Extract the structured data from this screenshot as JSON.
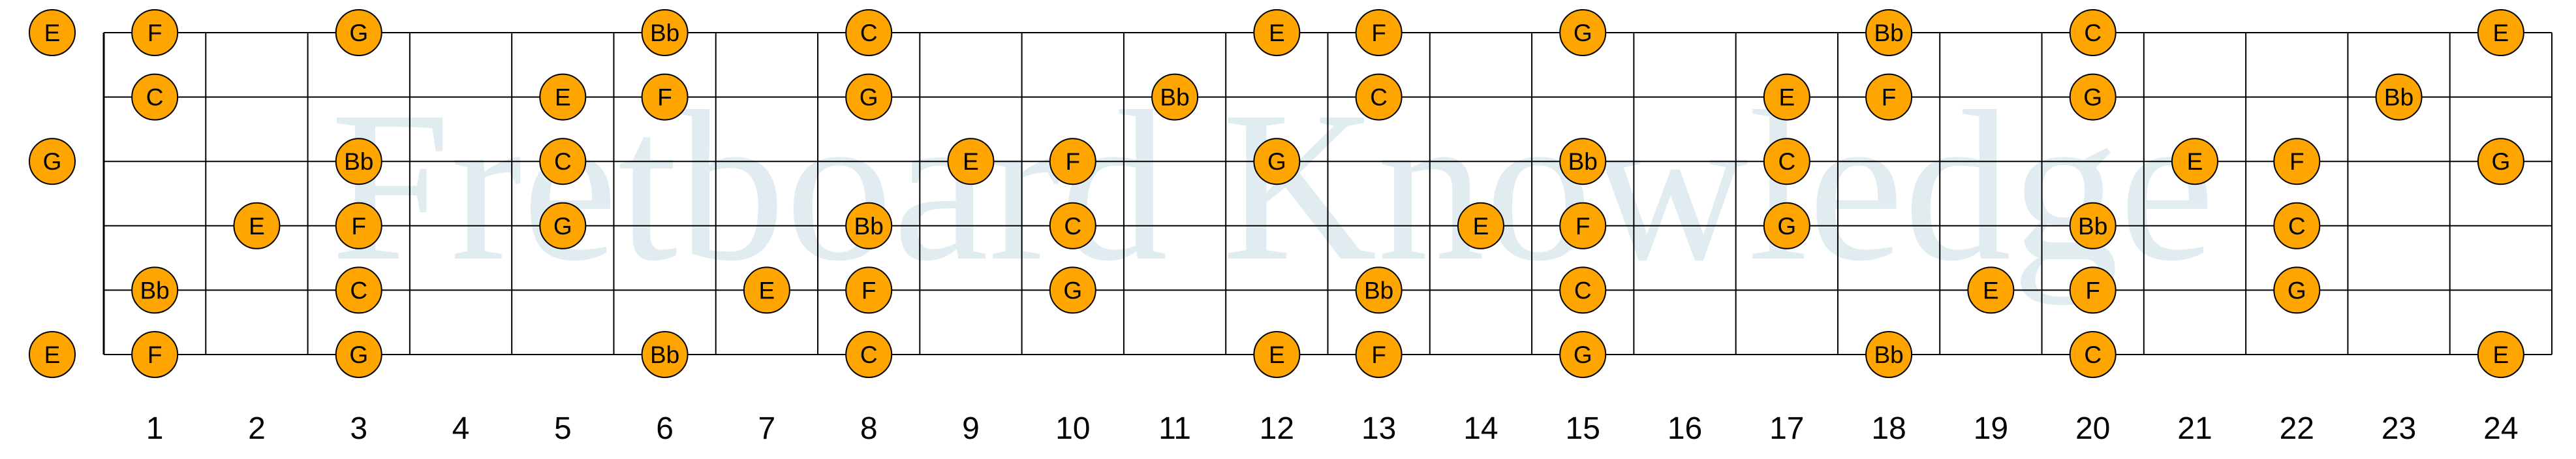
{
  "watermark": "Fretboard Knowledge",
  "colors": {
    "note_fill": "#FFA500",
    "note_stroke": "#000000",
    "line": "#000000",
    "watermark": "#E1ECF1",
    "text": "#000000"
  },
  "fretboard": {
    "strings": 6,
    "frets": 24,
    "fret_numbers": [
      "1",
      "2",
      "3",
      "4",
      "5",
      "6",
      "7",
      "8",
      "9",
      "10",
      "11",
      "12",
      "13",
      "14",
      "15",
      "16",
      "17",
      "18",
      "19",
      "20",
      "21",
      "22",
      "23",
      "24"
    ],
    "notes": [
      {
        "string": 1,
        "fret": 0,
        "label": "E"
      },
      {
        "string": 1,
        "fret": 1,
        "label": "F"
      },
      {
        "string": 1,
        "fret": 3,
        "label": "G"
      },
      {
        "string": 1,
        "fret": 6,
        "label": "Bb"
      },
      {
        "string": 1,
        "fret": 8,
        "label": "C"
      },
      {
        "string": 1,
        "fret": 12,
        "label": "E"
      },
      {
        "string": 1,
        "fret": 13,
        "label": "F"
      },
      {
        "string": 1,
        "fret": 15,
        "label": "G"
      },
      {
        "string": 1,
        "fret": 18,
        "label": "Bb"
      },
      {
        "string": 1,
        "fret": 20,
        "label": "C"
      },
      {
        "string": 1,
        "fret": 24,
        "label": "E"
      },
      {
        "string": 2,
        "fret": 1,
        "label": "C"
      },
      {
        "string": 2,
        "fret": 5,
        "label": "E"
      },
      {
        "string": 2,
        "fret": 6,
        "label": "F"
      },
      {
        "string": 2,
        "fret": 8,
        "label": "G"
      },
      {
        "string": 2,
        "fret": 11,
        "label": "Bb"
      },
      {
        "string": 2,
        "fret": 13,
        "label": "C"
      },
      {
        "string": 2,
        "fret": 17,
        "label": "E"
      },
      {
        "string": 2,
        "fret": 18,
        "label": "F"
      },
      {
        "string": 2,
        "fret": 20,
        "label": "G"
      },
      {
        "string": 2,
        "fret": 23,
        "label": "Bb"
      },
      {
        "string": 3,
        "fret": 0,
        "label": "G"
      },
      {
        "string": 3,
        "fret": 3,
        "label": "Bb"
      },
      {
        "string": 3,
        "fret": 5,
        "label": "C"
      },
      {
        "string": 3,
        "fret": 9,
        "label": "E"
      },
      {
        "string": 3,
        "fret": 10,
        "label": "F"
      },
      {
        "string": 3,
        "fret": 12,
        "label": "G"
      },
      {
        "string": 3,
        "fret": 15,
        "label": "Bb"
      },
      {
        "string": 3,
        "fret": 17,
        "label": "C"
      },
      {
        "string": 3,
        "fret": 21,
        "label": "E"
      },
      {
        "string": 3,
        "fret": 22,
        "label": "F"
      },
      {
        "string": 3,
        "fret": 24,
        "label": "G"
      },
      {
        "string": 4,
        "fret": 2,
        "label": "E"
      },
      {
        "string": 4,
        "fret": 3,
        "label": "F"
      },
      {
        "string": 4,
        "fret": 5,
        "label": "G"
      },
      {
        "string": 4,
        "fret": 8,
        "label": "Bb"
      },
      {
        "string": 4,
        "fret": 10,
        "label": "C"
      },
      {
        "string": 4,
        "fret": 14,
        "label": "E"
      },
      {
        "string": 4,
        "fret": 15,
        "label": "F"
      },
      {
        "string": 4,
        "fret": 17,
        "label": "G"
      },
      {
        "string": 4,
        "fret": 20,
        "label": "Bb"
      },
      {
        "string": 4,
        "fret": 22,
        "label": "C"
      },
      {
        "string": 5,
        "fret": 1,
        "label": "Bb"
      },
      {
        "string": 5,
        "fret": 3,
        "label": "C"
      },
      {
        "string": 5,
        "fret": 7,
        "label": "E"
      },
      {
        "string": 5,
        "fret": 8,
        "label": "F"
      },
      {
        "string": 5,
        "fret": 10,
        "label": "G"
      },
      {
        "string": 5,
        "fret": 13,
        "label": "Bb"
      },
      {
        "string": 5,
        "fret": 15,
        "label": "C"
      },
      {
        "string": 5,
        "fret": 19,
        "label": "E"
      },
      {
        "string": 5,
        "fret": 20,
        "label": "F"
      },
      {
        "string": 5,
        "fret": 22,
        "label": "G"
      },
      {
        "string": 6,
        "fret": 0,
        "label": "E"
      },
      {
        "string": 6,
        "fret": 1,
        "label": "F"
      },
      {
        "string": 6,
        "fret": 3,
        "label": "G"
      },
      {
        "string": 6,
        "fret": 6,
        "label": "Bb"
      },
      {
        "string": 6,
        "fret": 8,
        "label": "C"
      },
      {
        "string": 6,
        "fret": 12,
        "label": "E"
      },
      {
        "string": 6,
        "fret": 13,
        "label": "F"
      },
      {
        "string": 6,
        "fret": 15,
        "label": "G"
      },
      {
        "string": 6,
        "fret": 18,
        "label": "Bb"
      },
      {
        "string": 6,
        "fret": 20,
        "label": "C"
      },
      {
        "string": 6,
        "fret": 24,
        "label": "E"
      }
    ]
  }
}
